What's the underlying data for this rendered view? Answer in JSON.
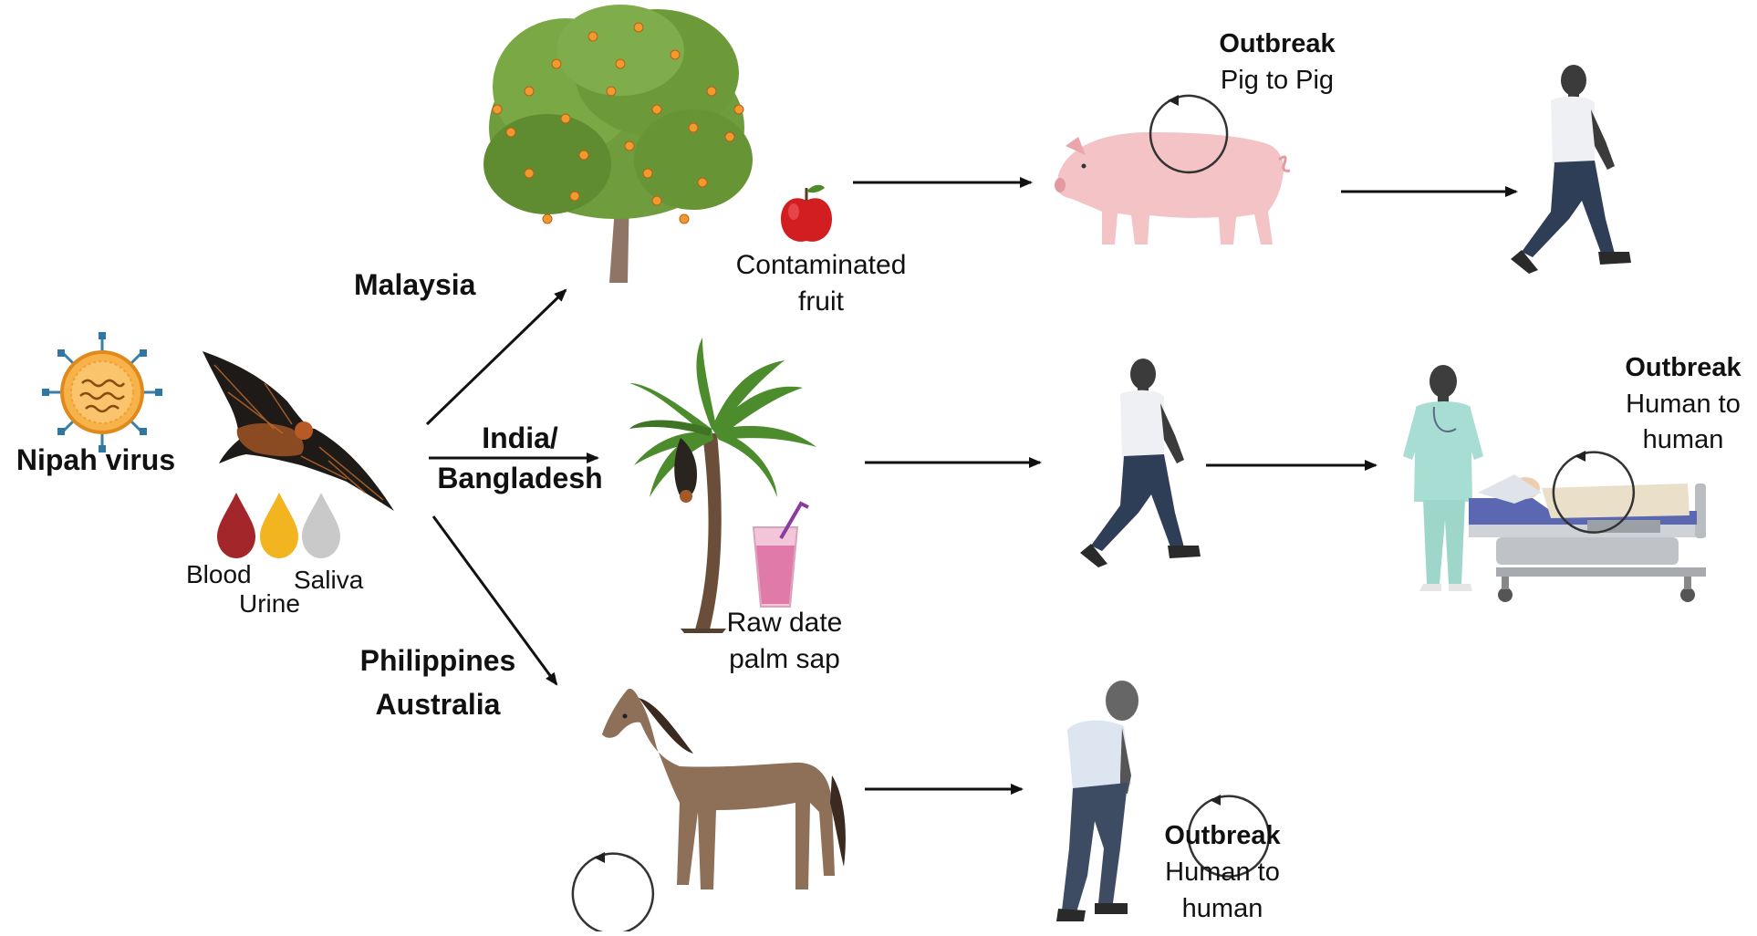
{
  "virus": {
    "label": "Nipah virus",
    "icon": "virus-icon",
    "color": "#f2a53a"
  },
  "fluids": {
    "blood": "Blood",
    "urine": "Urine",
    "saliva": "Saliva",
    "colors": {
      "blood": "#a3262b",
      "urine": "#f2b51f",
      "saliva": "#c9c9c9"
    }
  },
  "routes": {
    "malaysia": {
      "region": "Malaysia",
      "vehicle_label_1": "Contaminated",
      "vehicle_label_2": "fruit",
      "outbreak_title": "Outbreak",
      "outbreak_sub": "Pig to Pig"
    },
    "india": {
      "region_line1": "India/",
      "region_line2": "Bangladesh",
      "vehicle_label_1": "Raw date",
      "vehicle_label_2": "palm sap",
      "outbreak_title": "Outbreak",
      "outbreak_sub_1": "Human to",
      "outbreak_sub_2": "human"
    },
    "philippines": {
      "region_line1": "Philippines",
      "region_line2": "Australia",
      "outbreak_title": "Outbreak",
      "outbreak_sub_1": "Human to",
      "outbreak_sub_2": "human"
    }
  },
  "icons": [
    "virus-icon",
    "bat-icon",
    "tree-icon",
    "apple-icon",
    "pig-icon",
    "walking-person-icon",
    "palm-tree-icon",
    "juice-glass-icon",
    "doctor-icon",
    "hospital-bed-icon",
    "horse-icon",
    "elderly-person-icon",
    "cycle-arrow-icon"
  ]
}
